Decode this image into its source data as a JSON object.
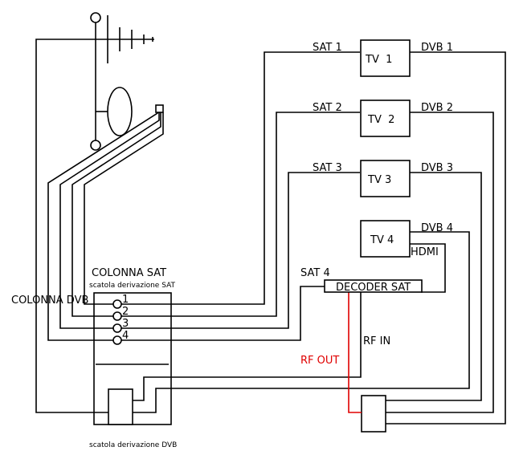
{
  "diagram": {
    "colors": {
      "wire": "#000000",
      "rf_out_wire": "#e00000"
    },
    "tvs": [
      {
        "label": "TV  1",
        "sat_label": "SAT 1",
        "dvb_label": "DVB 1"
      },
      {
        "label": "TV  2",
        "sat_label": "SAT 2",
        "dvb_label": "DVB 2"
      },
      {
        "label": "TV 3",
        "sat_label": "SAT 3",
        "dvb_label": "DVB 3"
      },
      {
        "label": "TV 4",
        "dvb_label": "DVB 4",
        "hdmi_label": "HDMI"
      }
    ],
    "decoder": {
      "label": "DECODER SAT",
      "sat_label": "SAT 4",
      "rf_in_label": "RF IN",
      "rf_out_label": "RF OUT"
    },
    "colonna_sat": {
      "title": "COLONNA SAT",
      "subtitle": "scatola derivazione SAT",
      "ports": [
        "1",
        "2",
        "3",
        "4"
      ]
    },
    "colonna_dvb": {
      "title": "COLONNA DVB",
      "subtitle": "scatola derivazione DVB"
    },
    "icons": [
      "tv-antenna-icon",
      "satellite-dish-icon",
      "lnb-icon",
      "splitter-icon"
    ]
  }
}
